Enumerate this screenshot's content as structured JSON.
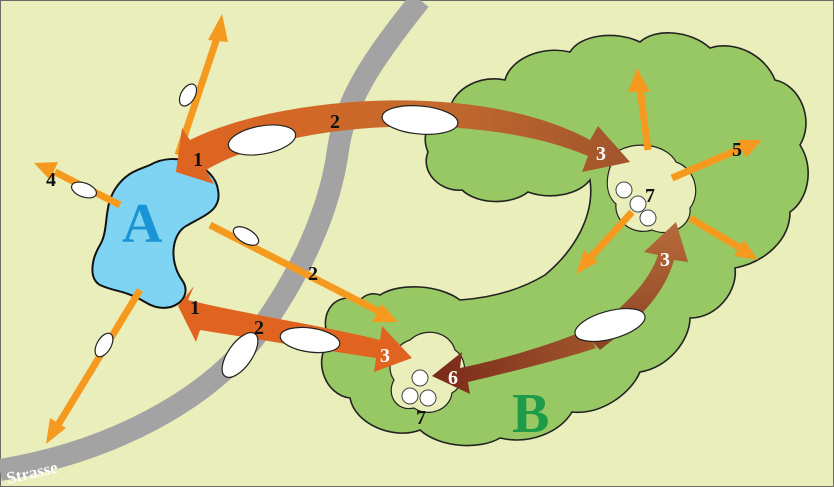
{
  "colors": {
    "background": "#e9eebb",
    "frame": "#6b6b6b",
    "road": "#a3a3a3",
    "pond": "#7fd3f3",
    "pond_label": "#1b94d5",
    "forest": "#98c864",
    "forest_dark": "#7eae4f",
    "forest_label": "#1e9b48",
    "orange": "#f59a1e",
    "arrow_red": "#e06420",
    "arrow_brown": "#a0552c",
    "arrow_dark": "#7a2a19",
    "egg": "#ffffff"
  },
  "labels": {
    "pond": "A",
    "forest": "B",
    "road": "Strasse"
  },
  "numbers": {
    "n1_top": "1",
    "n2_top": "2",
    "n3_top_right": "3",
    "n4_left": "4",
    "n5_right": "5",
    "n7_top": "7",
    "n2_diag": "2",
    "n1_bottom": "1",
    "n2_bottom": "2",
    "n3_bottom": "3",
    "n3_right": "3",
    "n6_bottom": "6",
    "n7_bottom": "7"
  },
  "icons": [
    "toad-icon",
    "egg-cluster-icon"
  ]
}
